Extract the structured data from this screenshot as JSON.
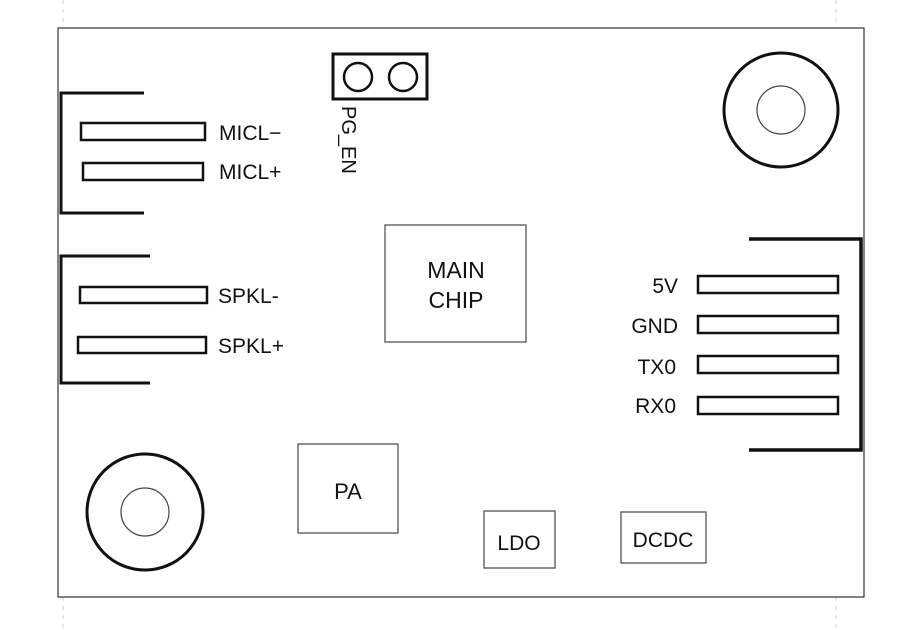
{
  "board": {
    "header": {
      "label": "PG_EN"
    },
    "mic_labels": [
      "MICL−",
      "MICL+"
    ],
    "spk_labels": [
      "SPKL-",
      "SPKL+"
    ],
    "uart_labels": [
      "5V",
      "GND",
      "TX0",
      "RX0"
    ],
    "chips": {
      "main_line1": "MAIN",
      "main_line2": "CHIP",
      "pa": "PA",
      "ldo": "LDO",
      "dcdc": "DCDC"
    }
  },
  "colors": {
    "stroke": "#111111",
    "board_edge": "#333333",
    "chip_edge": "#555555",
    "guide": "#cfcfcf"
  }
}
